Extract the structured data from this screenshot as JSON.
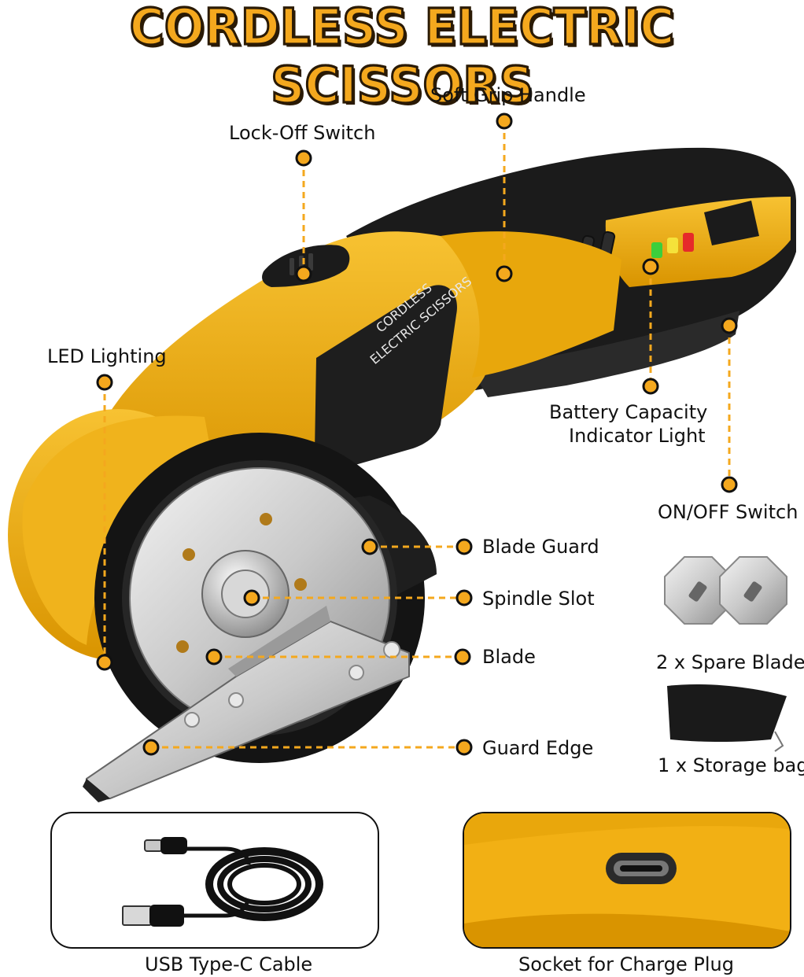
{
  "title": "CORDLESS ELECTRIC SCISSORS",
  "product_print": {
    "line1": "CORDLESS",
    "line2": "ELECTRIC SCISSORS"
  },
  "callouts": {
    "soft_grip": "Soft Grip Handle",
    "lock_off": "Lock-Off Switch",
    "led": "LED Lighting",
    "battery_line1": "Battery Capacity",
    "battery_line2": "Indicator Light",
    "on_off": "ON/OFF Switch",
    "blade_guard": "Blade Guard",
    "spindle": "Spindle Slot",
    "blade": "Blade",
    "guard_edge": "Guard Edge"
  },
  "accessories": {
    "spare_blade": "2 x Spare Blade",
    "storage_bag": "1 x Storage bag"
  },
  "panels": {
    "cable": "USB Type-C Cable",
    "socket": "Socket for Charge Plug"
  },
  "colors": {
    "body_yellow": "#f2b014",
    "handle_black": "#1a1a1a",
    "callout_orange": "#f4a81e",
    "battery_green": "#3ccf3c",
    "battery_yellow": "#f5e23a",
    "battery_red": "#e62a2a"
  }
}
